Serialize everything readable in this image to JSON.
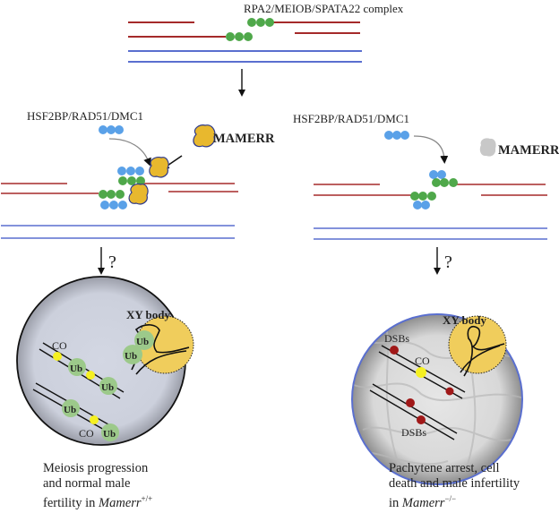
{
  "top": {
    "complex_label": "RPA2/MEIOB/SPATA22 complex"
  },
  "left_panel": {
    "recombinase_label": "HSF2BP/RAD51/DMC1",
    "mamerr_label": "MAMERR",
    "question_mark": "?",
    "nucleus": {
      "xy_label": "XY body",
      "co_labels": [
        "CO",
        "CO"
      ],
      "ub_label": "Ub"
    },
    "caption": {
      "line1": "Meiosis progression",
      "line2": "and normal male",
      "line3_prefix": "fertility in ",
      "gene": "Mamerr",
      "genotype": "+/+"
    }
  },
  "right_panel": {
    "recombinase_label": "HSF2BP/RAD51/DMC1",
    "mamerr_label": "MAMERR",
    "question_mark": "?",
    "nucleus": {
      "xy_label": "XY body",
      "co_label": "CO",
      "dsb_labels": [
        "DSBs",
        "DSBs"
      ]
    },
    "caption": {
      "line1": "Pachytene arrest, cell",
      "line2": "death and male infertility",
      "line3_prefix": "in ",
      "gene": "Mamerr",
      "genotype": "−/−"
    }
  },
  "colors": {
    "red_strand": "#a52a2a",
    "blue_strand": "#5a6fcf",
    "rpa_green": "#4fa84a",
    "recombinase_blue": "#5aa1e8",
    "mamerr_yellow": "#e8b82e",
    "mamerr_outline": "#2e3a8c",
    "ub_green": "#9cc98a",
    "co_yellow": "#f5f022",
    "dsb_red": "#a01818",
    "xy_body": "#f0cd5c",
    "nucleus_gray": "#cfd3e0",
    "mamerr_absent_gray": "#c8c8c8"
  }
}
